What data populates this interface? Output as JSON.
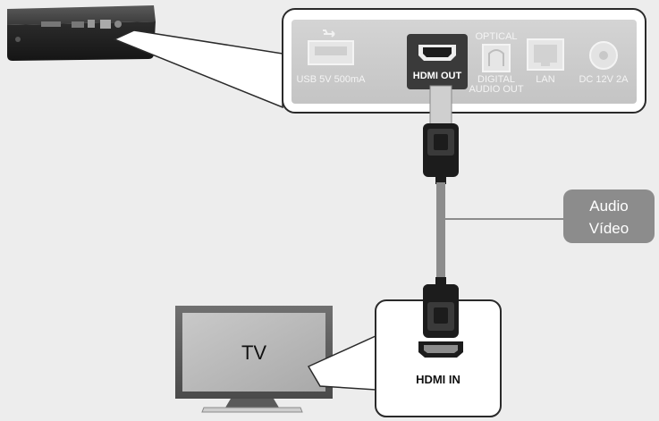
{
  "player_panel": {
    "usb_label": "USB 5V 500mA",
    "hdmi_out_label": "HDMI OUT",
    "optical_label": "OPTICAL",
    "digital_audio_out_label": [
      "DIGITAL",
      "AUDIO OUT"
    ],
    "lan_label": "LAN",
    "dc_label": "DC 12V 2A"
  },
  "signal_callout": {
    "line1": "Audio",
    "line2": "Vídeo"
  },
  "tv": {
    "screen_label": "TV"
  },
  "tv_panel": {
    "hdmi_in_label": "HDMI IN"
  },
  "colors": {
    "background": "#ededed",
    "callout_gray": "#8c8c8c",
    "player_body": "#2a2a2a",
    "hdmi_port_dark": "#3a3a3a"
  }
}
